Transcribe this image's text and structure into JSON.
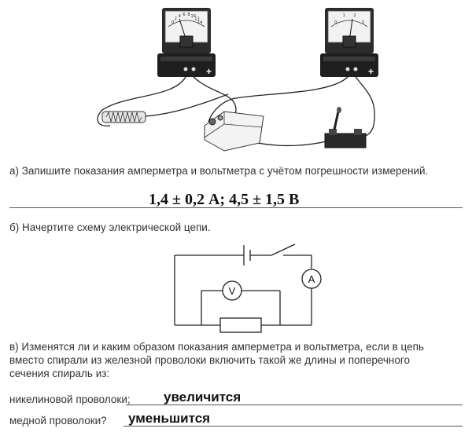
{
  "ammeter": {
    "scale_labels": [
      "0",
      "2",
      "4",
      "6",
      "8",
      "10",
      "12",
      "14"
    ],
    "terminal_plus": "+",
    "needle_value": 1.4,
    "scale_max": 2
  },
  "voltmeter": {
    "scale_labels": [
      "0",
      "1",
      "2",
      "3"
    ],
    "terminal_plus": "+",
    "needle_value": 4.5,
    "scale_max": 6
  },
  "question_a": {
    "text": "а) Запишите показания амперметра и вольтметра с учётом погрешности измерений.",
    "answer": "1,4 ± 0,2 А; 4,5 ± 1,5 В"
  },
  "question_b": {
    "text": "б) Начертите схему электрической цепи.",
    "voltmeter_label": "V",
    "ammeter_label": "A"
  },
  "question_c": {
    "text_line1": "в) Изменятся ли и каким образом показания амперметра и вольтметра, если в цепь",
    "text_line2": "вместо спирали из железной проволоки включить такой же длины и поперечного",
    "text_line3": "сечения спираль из:",
    "nickel_prompt": "никелиновой проволоки;",
    "nickel_answer": "увеличится",
    "copper_prompt": "медной проволоки?",
    "copper_answer": "уменьшится"
  }
}
